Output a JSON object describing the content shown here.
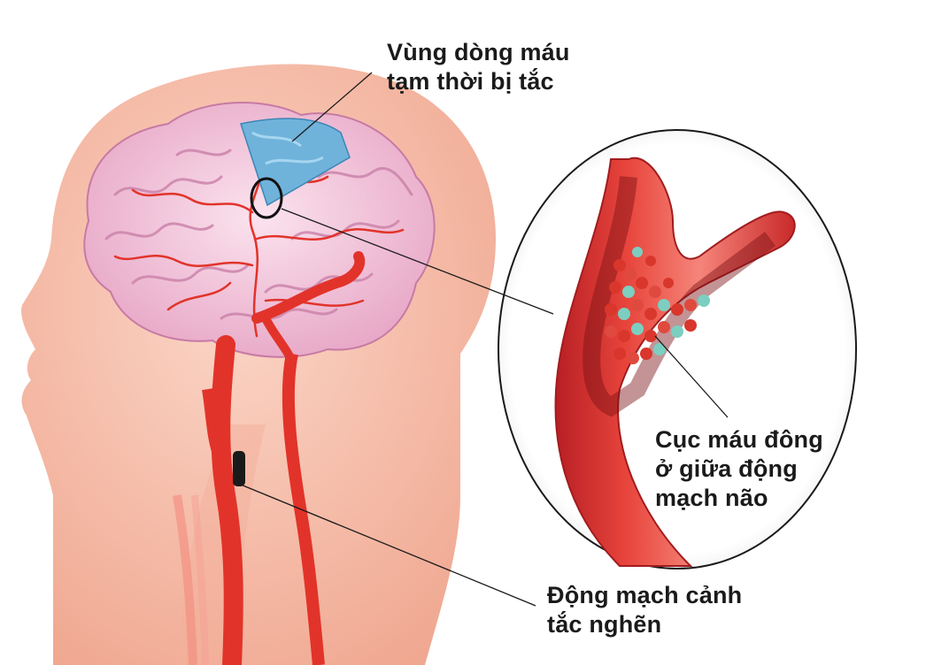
{
  "labels": {
    "blocked_region": {
      "line1": "Vùng dòng máu",
      "line2": "tạm thời bị tắc"
    },
    "blood_clot": {
      "line1": "Cục máu đông",
      "line2": "ở giữa động",
      "line3": "mạch não"
    },
    "carotid_artery": {
      "line1": "Động mạch cảnh",
      "line2": "tắc nghẽn"
    }
  },
  "colors": {
    "skin": "#f6c1ad",
    "skin_dark": "#efa48c",
    "brain": "#f2c6dc",
    "brain_fold": "#d58db1",
    "artery": "#e2332a",
    "blocked_area": "#6fb3db",
    "clot_red": "#d9362c",
    "clot_teal": "#7ccfc0",
    "text": "#1a1a1a"
  }
}
